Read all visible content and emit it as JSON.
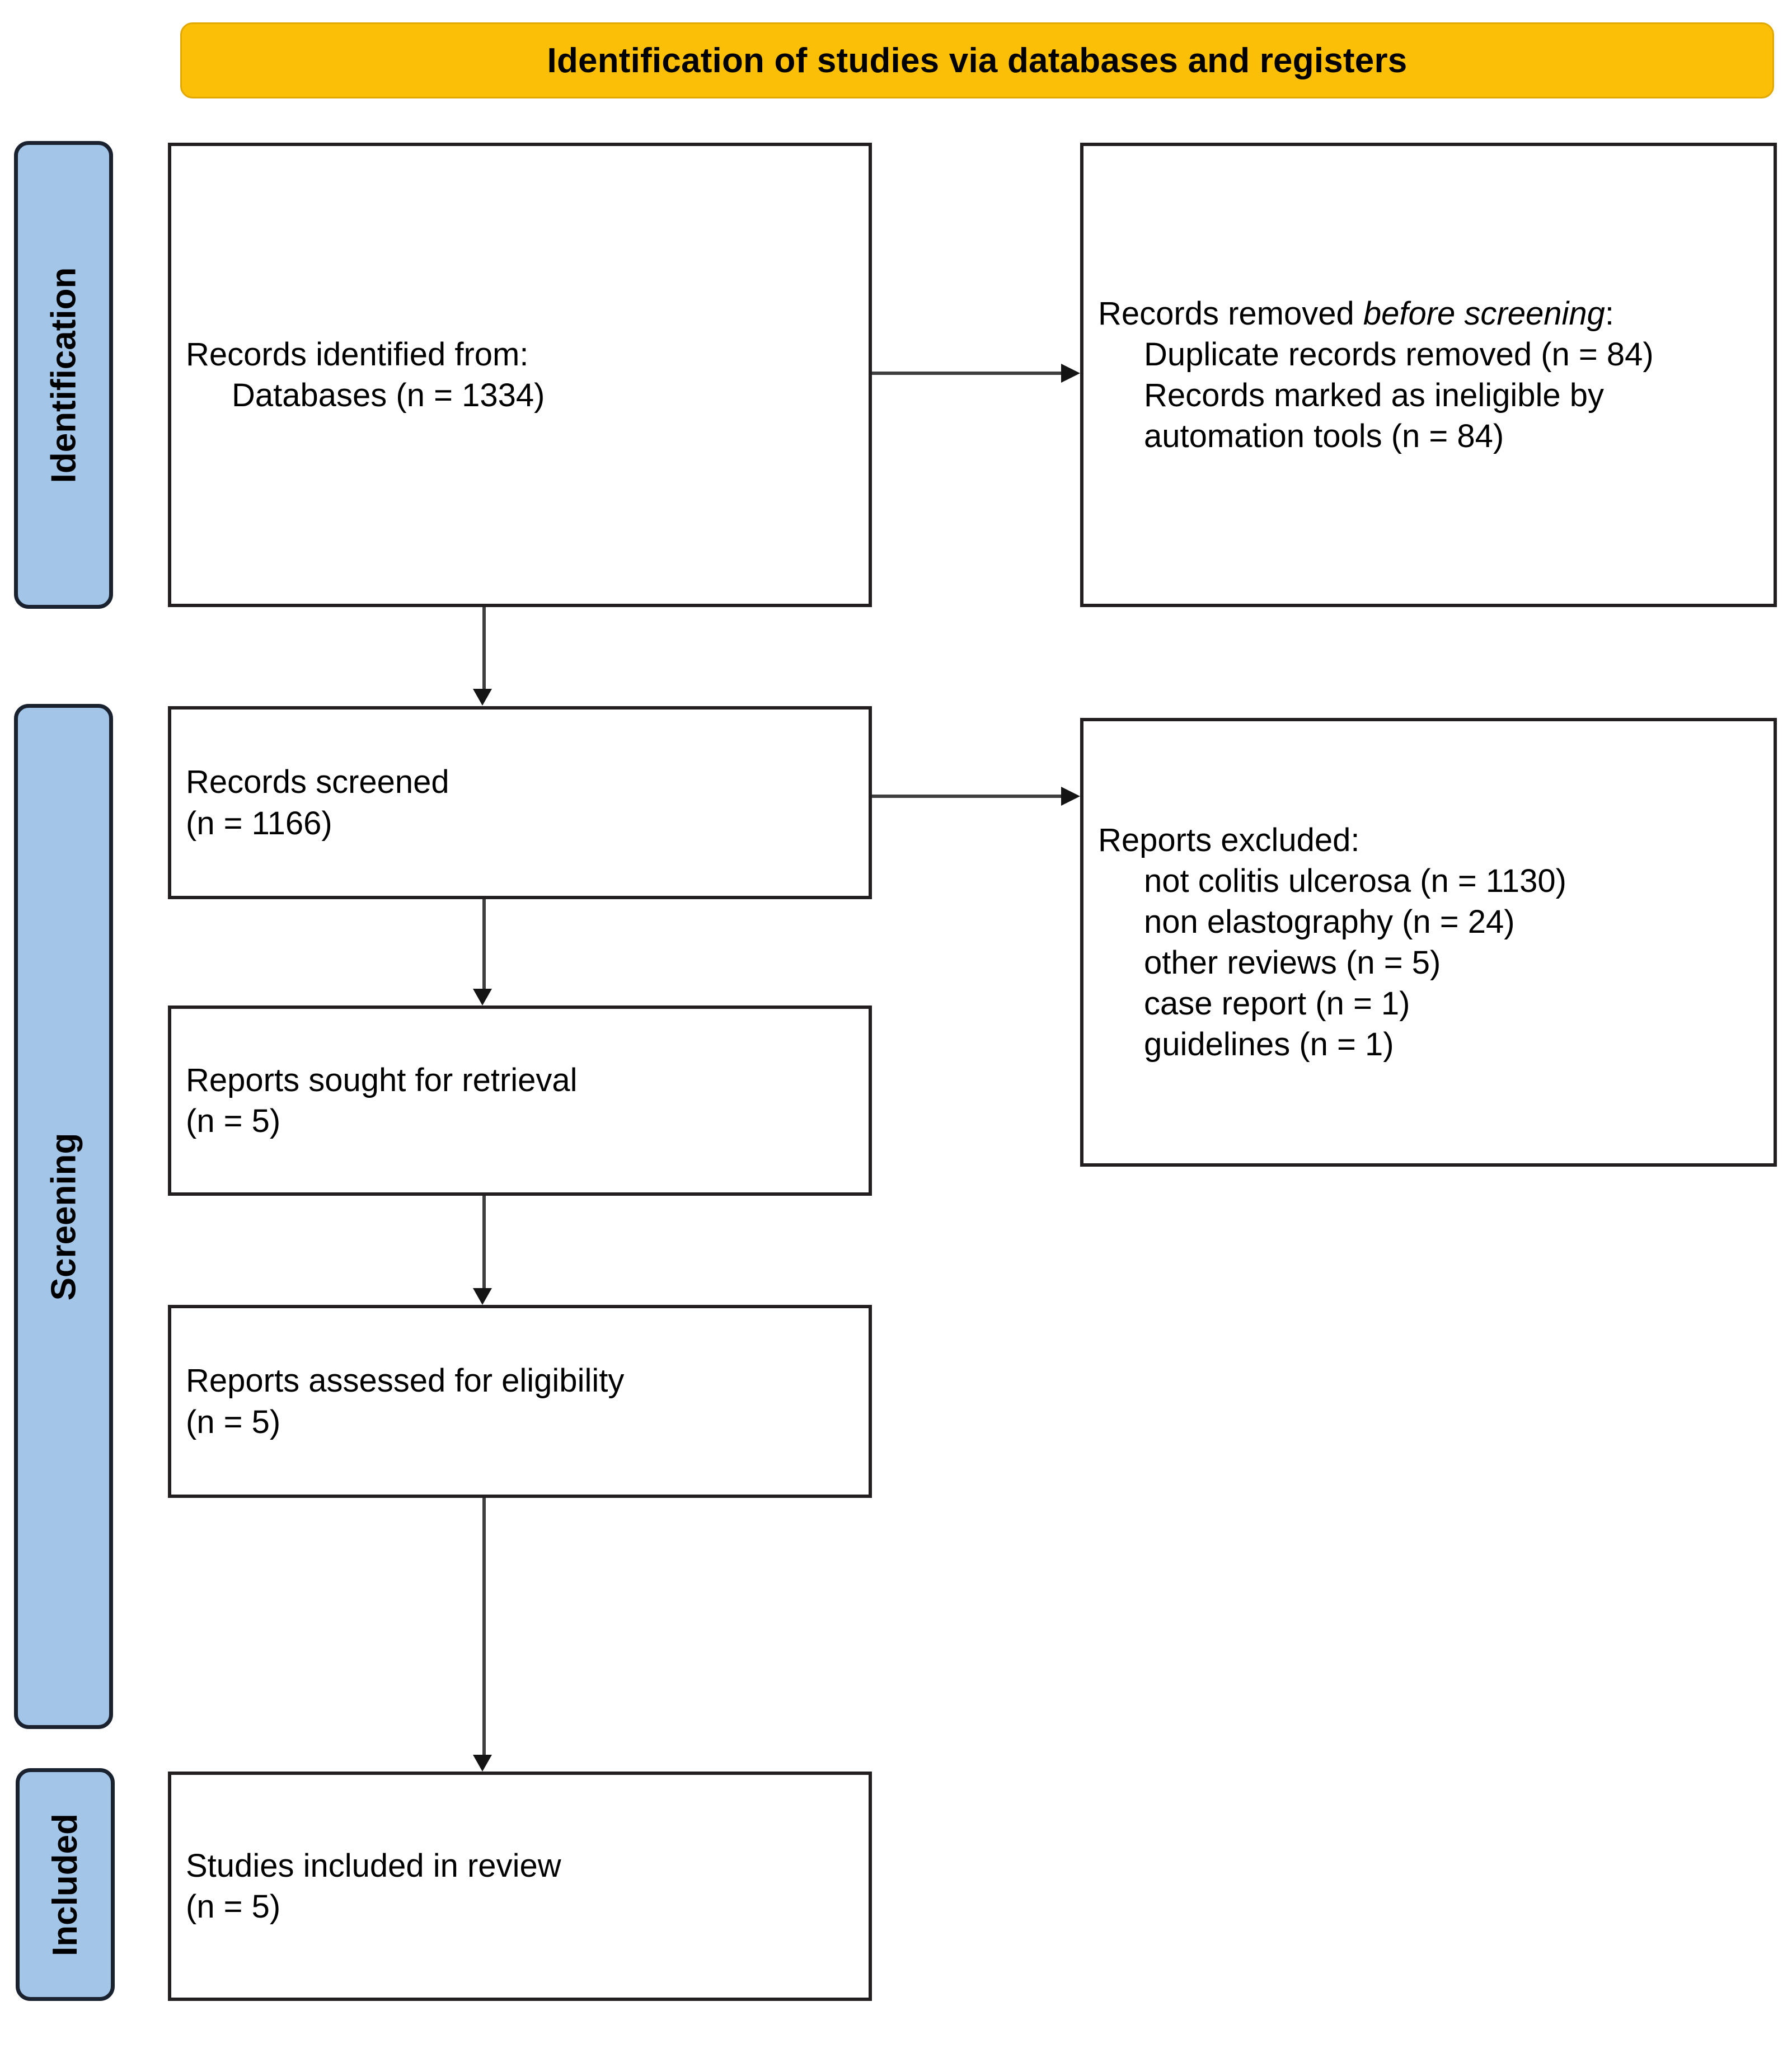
{
  "banner": {
    "title": "Identification of studies via databases and registers"
  },
  "stages": [
    {
      "id": "identification",
      "label": "Identification"
    },
    {
      "id": "screening",
      "label": "Screening"
    },
    {
      "id": "included",
      "label": "Included"
    }
  ],
  "nodes": {
    "identified": {
      "line1": "Records identified from:",
      "line2": "Databases (n = 1334)"
    },
    "removed": {
      "line1_a": "Records removed ",
      "line1_b": "before screening",
      "line1_c": ":",
      "line2": "Duplicate records removed  (n = 84)",
      "line3": "Records marked as ineligible by automation tools (n = 84)"
    },
    "screened": {
      "line1": "Records screened",
      "line2": "(n = 1166)"
    },
    "excluded": {
      "line1": "Reports excluded:",
      "items": [
        "not colitis ulcerosa (n = 1130)",
        "non elastography (n = 24)",
        "other reviews (n = 5)",
        "case report (n = 1)",
        "guidelines (n = 1)"
      ]
    },
    "sought": {
      "line1": "Reports sought for retrieval",
      "line2": "(n = 5)"
    },
    "assessed": {
      "line1": "Reports assessed for eligibility",
      "line2": "(n = 5)"
    },
    "included": {
      "line1": "Studies included in review",
      "line2": "(n = 5)"
    }
  },
  "colors": {
    "banner_fill": "#FBBF07",
    "stage_tab_fill": "#A3C5E8",
    "box_border": "#231f20",
    "connector": "#3f3f3f"
  }
}
